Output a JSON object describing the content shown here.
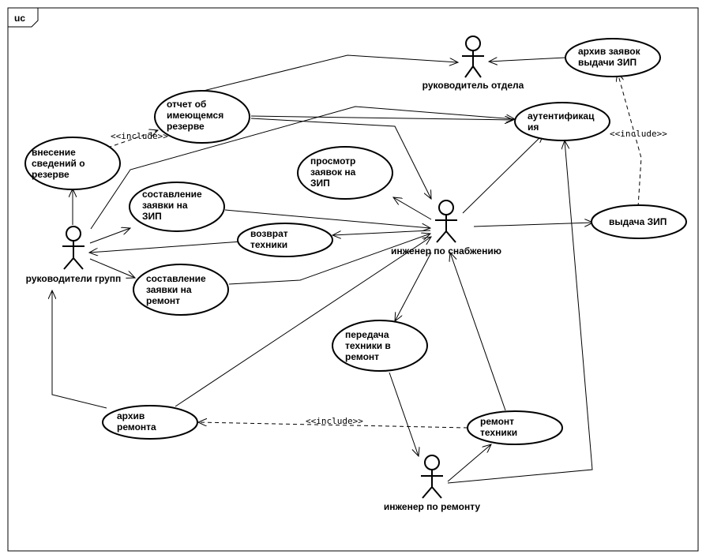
{
  "frame": {
    "label": "uc"
  },
  "actors": [
    {
      "id": "dept_head",
      "name": "руководитель отдела"
    },
    {
      "id": "group_leads",
      "name": "руководители групп"
    },
    {
      "id": "supply_engineer",
      "name": "инженер по снабжению"
    },
    {
      "id": "repair_engineer",
      "name": "инженер по ремонту"
    }
  ],
  "use_cases": [
    {
      "id": "archive_requests",
      "lines": [
        "архив заявок",
        "выдачи ЗИП"
      ]
    },
    {
      "id": "report",
      "lines": [
        "отчет об",
        "имеющемся",
        "резерве"
      ]
    },
    {
      "id": "auth",
      "lines": [
        "аутентификац",
        "ия"
      ]
    },
    {
      "id": "reserve_entry",
      "lines": [
        "внесение",
        "сведений о",
        "резерве"
      ]
    },
    {
      "id": "view_requests",
      "lines": [
        "просмотр",
        "заявок на",
        "ЗИП"
      ]
    },
    {
      "id": "create_request",
      "lines": [
        "составление",
        "заявки на",
        "ЗИП"
      ]
    },
    {
      "id": "issue_zip",
      "lines": [
        "выдача ЗИП"
      ]
    },
    {
      "id": "return_equipment",
      "lines": [
        "возврат",
        "техники"
      ]
    },
    {
      "id": "repair_request",
      "lines": [
        "составление",
        "заявки на",
        "ремонт"
      ]
    },
    {
      "id": "transfer_repair",
      "lines": [
        "передача",
        "техники в",
        "ремонт"
      ]
    },
    {
      "id": "repair_archive",
      "lines": [
        "архив",
        "ремонта"
      ]
    },
    {
      "id": "equipment_repair",
      "lines": [
        "ремонт",
        "техники"
      ]
    }
  ],
  "stereotypes": [
    {
      "id": "inc1",
      "label": "<<include>>"
    },
    {
      "id": "inc2",
      "label": "<<include>>"
    },
    {
      "id": "inc3",
      "label": "<<include>>"
    }
  ]
}
